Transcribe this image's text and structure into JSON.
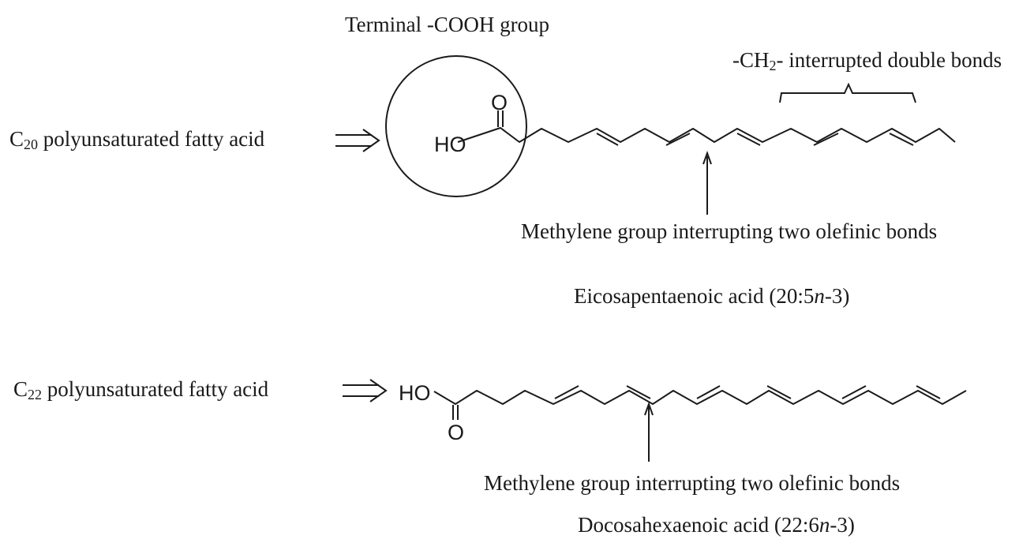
{
  "labels": {
    "terminal_cooh": "Terminal -COOH group",
    "ch2_prefix": "-CH",
    "ch2_sub": "2",
    "ch2_suffix": "- interrupted double bonds",
    "c20_c": "C",
    "c20_sub": "20",
    "c20_text": " polyunsaturated fatty acid",
    "c22_c": "C",
    "c22_sub": "22",
    "c22_text": " polyunsaturated fatty acid",
    "methylene_1": "Methylene group interrupting two olefinic bonds",
    "methylene_2": "Methylene group interrupting two olefinic bonds",
    "epa_prefix": "Eicosapentaenoic acid (20:5",
    "epa_n": "n",
    "epa_suffix": "-3)",
    "dha_prefix": "Docosahexaenoic acid (22:6",
    "dha_n": "n",
    "dha_suffix": "-3)"
  },
  "atoms": {
    "epa_oxygen": "O",
    "epa_hydroxyl": "HO",
    "dha_hydroxyl": "HO",
    "dha_oxygen": "O"
  }
}
